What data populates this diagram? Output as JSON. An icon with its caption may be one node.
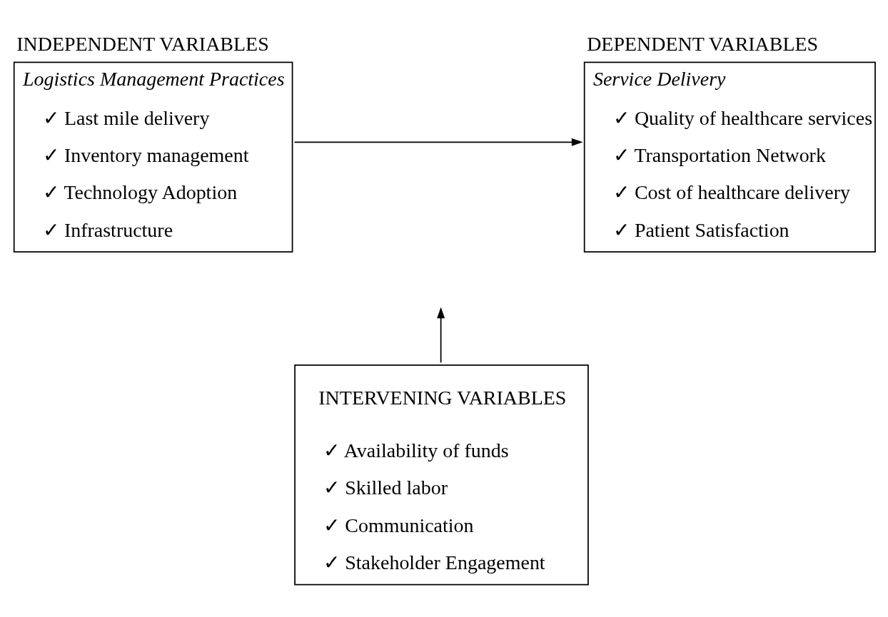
{
  "diagram": {
    "nodes": [
      {
        "text": [
          "INDEPENDENT VARIABLES",
          "Logistics Management Practices",
          "✓ Last mile delivery",
          "✓ Inventory management",
          "✓ Technology Adoption",
          "✓ Infrastructure"
        ]
      },
      {
        "text": [
          "DEPENDENT VARIABLES",
          "Service Delivery",
          "✓ Quality of healthcare services",
          "✓ Transportation Network",
          "✓ Cost of healthcare delivery",
          "✓ Patient Satisfaction"
        ]
      },
      {
        "text": [
          "INTERVENING VARIABLES",
          "✓ Availability of funds",
          "✓ Skilled labor",
          "✓ Communication",
          "✓ Stakeholder Engagement"
        ]
      }
    ],
    "edges": [
      {
        "from": 0,
        "to": 1,
        "arrow": "to"
      },
      {
        "from": 2,
        "to": null,
        "arrow": "to"
      }
    ]
  }
}
